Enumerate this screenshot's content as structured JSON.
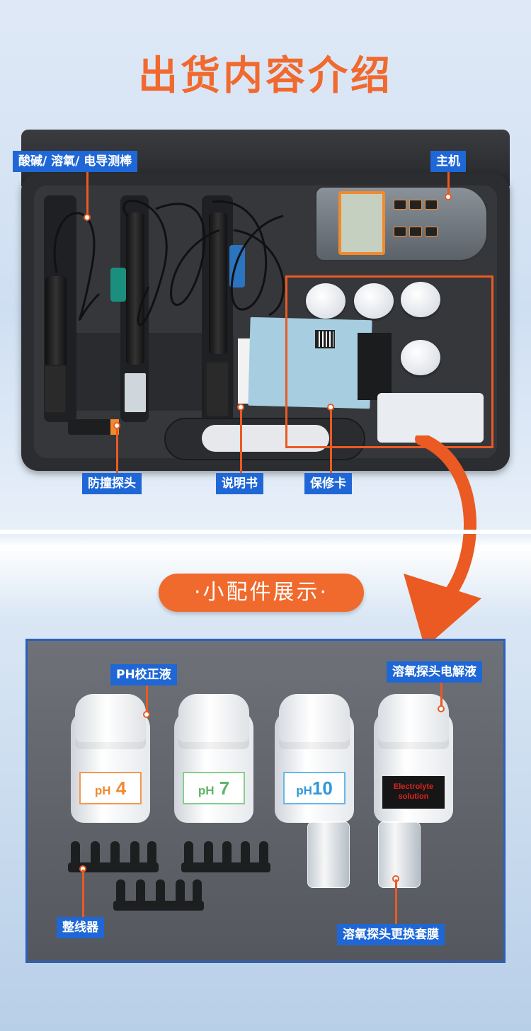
{
  "header": {
    "title": "出货内容介绍"
  },
  "case_labels": {
    "probes": "酸碱/ 溶氧/ 电导测棒",
    "host": "主机",
    "bumper_probe": "防撞探头",
    "manual": "说明书",
    "warranty_card": "保修卡"
  },
  "accessories": {
    "section_title": "·小配件展示·",
    "labels": {
      "ph_calibration": "PH校正液",
      "electrolyte": "溶氧探头电解液",
      "cable_organizer": "整线器",
      "membrane": "溶氧探头更换套膜"
    },
    "bottles": [
      {
        "prefix": "pH",
        "value": "4",
        "color": "#f08a34"
      },
      {
        "prefix": "pH",
        "value": "7",
        "color": "#5fb56a"
      },
      {
        "prefix": "pH",
        "value": "10",
        "color": "#2f98d8"
      }
    ],
    "electrolyte_bottle": {
      "line1": "Electrolyte",
      "line2": "solution"
    }
  },
  "colors": {
    "accent": "#ef6a2c",
    "label_bg": "#1f67d6"
  }
}
